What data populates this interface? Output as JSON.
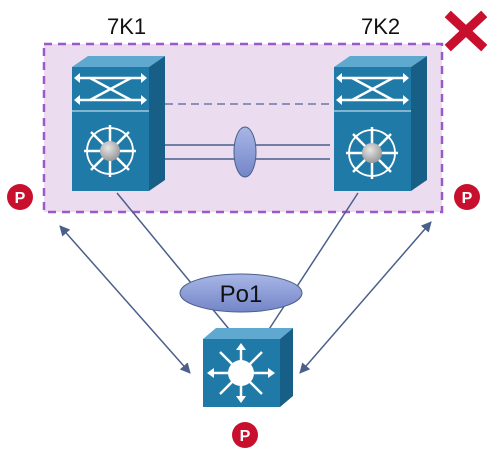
{
  "switches": {
    "left_label": "7K1",
    "right_label": "7K2",
    "bottom_label": ""
  },
  "port_channel": {
    "label": "Po1"
  },
  "p_badges": [
    {
      "text": "P"
    },
    {
      "text": "P"
    },
    {
      "text": "P"
    }
  ],
  "status_mark": {
    "icon": "red-x-icon",
    "color": "#c8102e"
  },
  "colors": {
    "switch_fill": "#1f7aa8",
    "vpc_domain_fill": "#ecdcf0",
    "vpc_domain_border": "#9b59c9",
    "link": "#4a5f8a",
    "oval_fill": "#8d9ed8",
    "badge": "#c8102e"
  }
}
